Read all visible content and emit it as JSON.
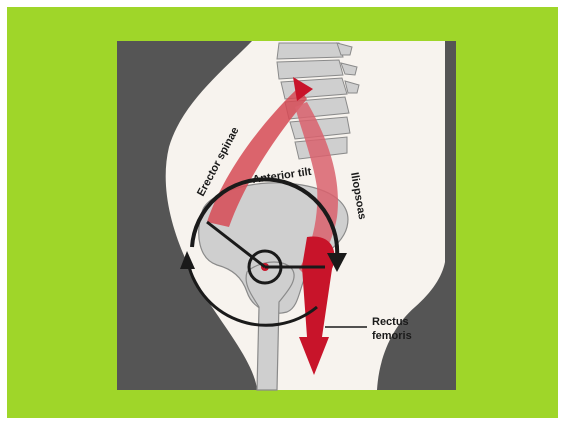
{
  "colors": {
    "outer_background": "#9fd629",
    "panel_background": "#555555",
    "body_fill": "#f7f3ee",
    "bone_fill": "#cfcfcf",
    "muscle_red": "#c8142a",
    "muscle_light": "#e79aa2",
    "arrow_dark": "#1a1a1a"
  },
  "labels": {
    "erector": "Erector spinae",
    "anterior": "Anterior tilt",
    "iliopsoas": "Iliopsoas",
    "rectus_line1": "Rectus",
    "rectus_line2": "femoris"
  }
}
